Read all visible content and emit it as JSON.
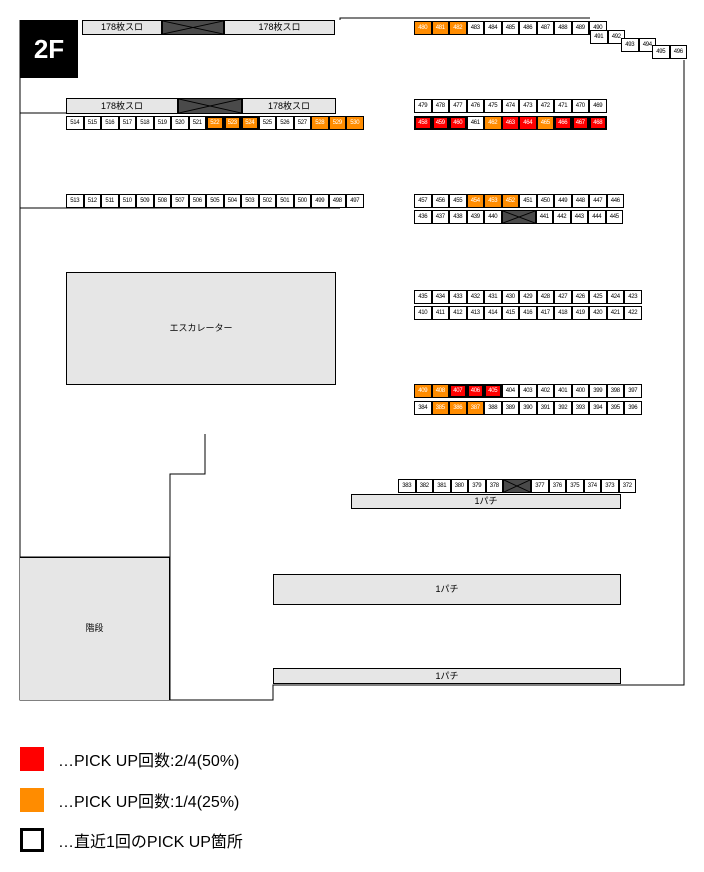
{
  "floor_label": "2F",
  "escalator_label": "エスカレーター",
  "stairs_label": "階段",
  "legend": [
    {
      "color": "#ff0000",
      "text": "…PICK UP回数:2/4(50%)"
    },
    {
      "color": "#ff8c00",
      "text": "…PICK UP回数:1/4(25%)"
    },
    {
      "color": "#ffffff",
      "text": "…直近1回のPICK UP箇所"
    }
  ],
  "bars": {
    "top_left_1": "178枚スロ",
    "top_left_2": "178枚スロ",
    "mid_left_1": "178枚スロ",
    "mid_left_2": "178枚スロ",
    "pachi_1": "1パチ",
    "pachi_2": "1パチ",
    "pachi_3": "1パチ"
  },
  "colors": {
    "orange": "#ff8c00",
    "red": "#ff0000",
    "blank": "#4a4a4a"
  },
  "rows": [
    {
      "id": "r480",
      "cells": [
        {
          "n": "480",
          "c": "orange"
        },
        {
          "n": "481",
          "c": "orange"
        },
        {
          "n": "482",
          "c": "orange"
        },
        {
          "n": "483"
        },
        {
          "n": "484"
        },
        {
          "n": "485"
        },
        {
          "n": "486"
        },
        {
          "n": "487"
        },
        {
          "n": "488"
        },
        {
          "n": "489"
        },
        {
          "n": "490"
        }
      ]
    },
    {
      "id": "r514",
      "cells": [
        {
          "n": "514"
        },
        {
          "n": "515"
        },
        {
          "n": "516"
        },
        {
          "n": "517"
        },
        {
          "n": "518"
        },
        {
          "n": "519"
        },
        {
          "n": "520"
        },
        {
          "n": "521"
        },
        {
          "n": "522",
          "c": "orange",
          "b": true
        },
        {
          "n": "523",
          "c": "orange",
          "b": true
        },
        {
          "n": "524",
          "c": "orange",
          "b": true
        },
        {
          "n": "525"
        },
        {
          "n": "526"
        },
        {
          "n": "527"
        },
        {
          "n": "528",
          "c": "orange"
        },
        {
          "n": "529",
          "c": "orange"
        },
        {
          "n": "530",
          "c": "orange"
        }
      ]
    },
    {
      "id": "r479",
      "cells": [
        {
          "n": "479"
        },
        {
          "n": "478"
        },
        {
          "n": "477"
        },
        {
          "n": "476"
        },
        {
          "n": "475"
        },
        {
          "n": "474"
        },
        {
          "n": "473"
        },
        {
          "n": "472"
        },
        {
          "n": "471"
        },
        {
          "n": "470"
        },
        {
          "n": "469"
        }
      ]
    },
    {
      "id": "r458",
      "cells": [
        {
          "n": "458",
          "c": "red",
          "b": true
        },
        {
          "n": "459",
          "c": "red",
          "b": true
        },
        {
          "n": "460",
          "c": "red",
          "b": true
        },
        {
          "n": "461"
        },
        {
          "n": "462",
          "c": "orange"
        },
        {
          "n": "463",
          "c": "red"
        },
        {
          "n": "464",
          "c": "red"
        },
        {
          "n": "465",
          "c": "orange"
        },
        {
          "n": "466",
          "c": "red",
          "b": true
        },
        {
          "n": "467",
          "c": "red",
          "b": true
        },
        {
          "n": "468",
          "c": "red",
          "b": true
        }
      ]
    },
    {
      "id": "r513",
      "cells": [
        {
          "n": "513"
        },
        {
          "n": "512"
        },
        {
          "n": "511"
        },
        {
          "n": "510"
        },
        {
          "n": "509"
        },
        {
          "n": "508"
        },
        {
          "n": "507"
        },
        {
          "n": "506"
        },
        {
          "n": "505"
        },
        {
          "n": "504"
        },
        {
          "n": "503"
        },
        {
          "n": "502"
        },
        {
          "n": "501"
        },
        {
          "n": "500"
        },
        {
          "n": "499"
        },
        {
          "n": "498"
        },
        {
          "n": "497"
        }
      ]
    },
    {
      "id": "r457",
      "cells": [
        {
          "n": "457"
        },
        {
          "n": "456"
        },
        {
          "n": "455"
        },
        {
          "n": "454",
          "c": "orange"
        },
        {
          "n": "453",
          "c": "orange"
        },
        {
          "n": "452",
          "c": "orange"
        },
        {
          "n": "451"
        },
        {
          "n": "450"
        },
        {
          "n": "449"
        },
        {
          "n": "448"
        },
        {
          "n": "447"
        },
        {
          "n": "446"
        }
      ]
    },
    {
      "id": "r436",
      "cells": [
        {
          "n": "436"
        },
        {
          "n": "437"
        },
        {
          "n": "438"
        },
        {
          "n": "439"
        },
        {
          "n": "440"
        },
        {
          "n": "",
          "c": "blank"
        },
        {
          "n": "441"
        },
        {
          "n": "442"
        },
        {
          "n": "443"
        },
        {
          "n": "444"
        },
        {
          "n": "445"
        }
      ]
    },
    {
      "id": "r435",
      "cells": [
        {
          "n": "435"
        },
        {
          "n": "434"
        },
        {
          "n": "433"
        },
        {
          "n": "432"
        },
        {
          "n": "431"
        },
        {
          "n": "430"
        },
        {
          "n": "429"
        },
        {
          "n": "428"
        },
        {
          "n": "427"
        },
        {
          "n": "426"
        },
        {
          "n": "425"
        },
        {
          "n": "424"
        },
        {
          "n": "423"
        }
      ]
    },
    {
      "id": "r410",
      "cells": [
        {
          "n": "410"
        },
        {
          "n": "411"
        },
        {
          "n": "412"
        },
        {
          "n": "413"
        },
        {
          "n": "414"
        },
        {
          "n": "415"
        },
        {
          "n": "416"
        },
        {
          "n": "417"
        },
        {
          "n": "418"
        },
        {
          "n": "419"
        },
        {
          "n": "420"
        },
        {
          "n": "421"
        },
        {
          "n": "422"
        }
      ]
    },
    {
      "id": "r409",
      "cells": [
        {
          "n": "409",
          "c": "orange"
        },
        {
          "n": "408",
          "c": "orange"
        },
        {
          "n": "407",
          "c": "red",
          "b": true
        },
        {
          "n": "406",
          "c": "red",
          "b": true
        },
        {
          "n": "405",
          "c": "red",
          "b": true
        },
        {
          "n": "404"
        },
        {
          "n": "403"
        },
        {
          "n": "402"
        },
        {
          "n": "401"
        },
        {
          "n": "400"
        },
        {
          "n": "399"
        },
        {
          "n": "398"
        },
        {
          "n": "397"
        }
      ]
    },
    {
      "id": "r384",
      "cells": [
        {
          "n": "384"
        },
        {
          "n": "385",
          "c": "orange"
        },
        {
          "n": "386",
          "c": "orange"
        },
        {
          "n": "387",
          "c": "orange"
        },
        {
          "n": "388"
        },
        {
          "n": "389"
        },
        {
          "n": "390"
        },
        {
          "n": "391"
        },
        {
          "n": "392"
        },
        {
          "n": "393"
        },
        {
          "n": "394"
        },
        {
          "n": "395"
        },
        {
          "n": "396"
        }
      ]
    },
    {
      "id": "r383",
      "cells": [
        {
          "n": "383"
        },
        {
          "n": "382"
        },
        {
          "n": "381"
        },
        {
          "n": "380"
        },
        {
          "n": "379"
        },
        {
          "n": "378"
        },
        {
          "n": "",
          "c": "blank"
        },
        {
          "n": "377"
        },
        {
          "n": "376"
        },
        {
          "n": "375"
        },
        {
          "n": "374"
        },
        {
          "n": "373"
        },
        {
          "n": "372"
        }
      ]
    },
    {
      "id": "r491",
      "cells": [
        {
          "n": "491"
        },
        {
          "n": "492"
        }
      ]
    },
    {
      "id": "r493",
      "cells": [
        {
          "n": "493"
        },
        {
          "n": "494"
        }
      ]
    },
    {
      "id": "r495",
      "cells": [
        {
          "n": "495"
        },
        {
          "n": "496"
        }
      ]
    }
  ]
}
